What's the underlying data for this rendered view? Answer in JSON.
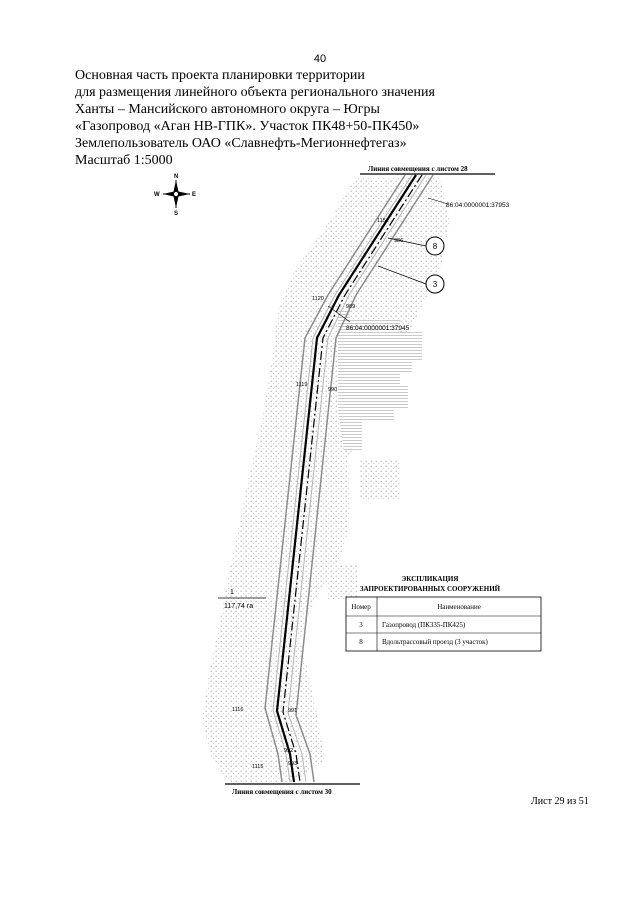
{
  "page": {
    "number": "40",
    "sheet": "Лист 29 из 51"
  },
  "header": {
    "lines": [
      "Основная часть проекта планировки территории",
      "для размещения линейного объекта регионального значения",
      "Ханты – Мансийского автономного округа – Югры",
      "«Газопровод «Аган НВ-ГПК». Участок ПК48+50-ПК450»",
      "Землепользователь ОАО «Славнефть-Мегионнефтегаз»",
      "Масштаб 1:5000"
    ]
  },
  "map": {
    "compass": {
      "n": "N",
      "s": "S",
      "w": "W",
      "e": "E"
    },
    "match_top": "Линия совмещения с листом 28",
    "match_bottom": "Линия совмещения с листом 30",
    "parcel_top": "86:04:0000001:37953",
    "parcel_mid": "86:04:0000001:37945",
    "callout_a": "8",
    "callout_b": "3",
    "area_label": "1",
    "area_value": "117,74 га",
    "points": {
      "p1": "1151",
      "p2": "986",
      "p3": "1120",
      "p4": "989",
      "p5": "1119",
      "p6": "990",
      "p7": "1116",
      "p8": "991",
      "p9": "992",
      "p10": "1115",
      "p11": "993"
    }
  },
  "legend": {
    "title_line1": "ЭКСПЛИКАЦИЯ",
    "title_line2": "ЗАПРОЕКТИРОВАННЫХ СООРУЖЕНИЙ",
    "col_number": "Номер",
    "col_name": "Наименование",
    "rows": [
      {
        "number": "3",
        "name": "Газопровод (ПК335-ПК425)"
      },
      {
        "number": "8",
        "name": "Вдольтрассовый проезд (3 участок)"
      }
    ]
  }
}
